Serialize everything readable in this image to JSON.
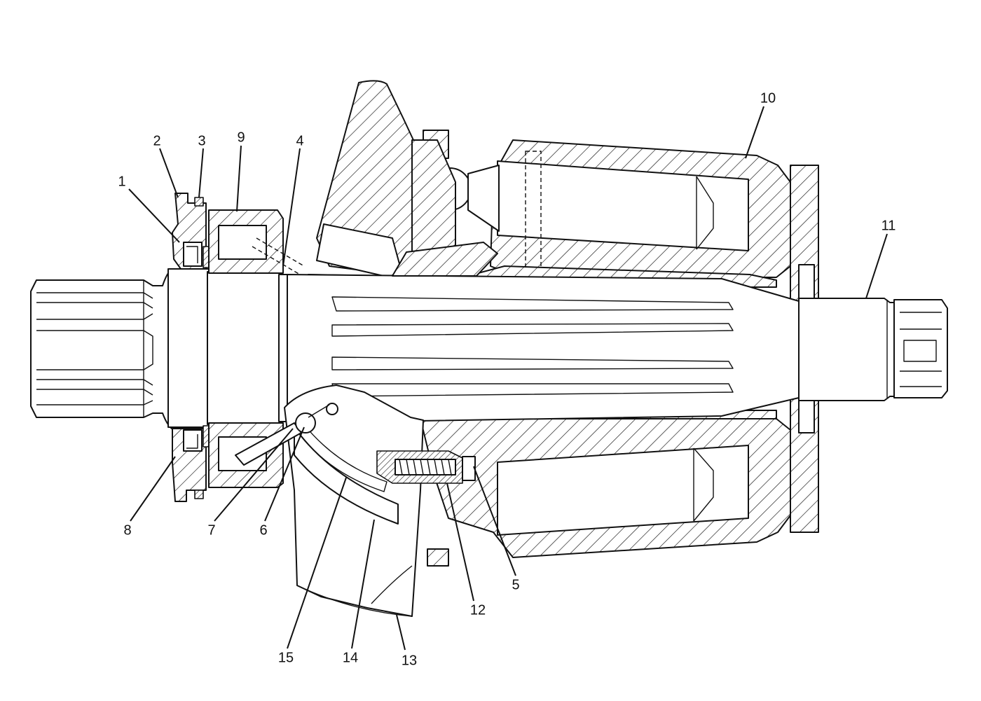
{
  "figure": {
    "callouts": [
      {
        "id": "1",
        "text": "1"
      },
      {
        "id": "2",
        "text": "2"
      },
      {
        "id": "3",
        "text": "3"
      },
      {
        "id": "4",
        "text": "4"
      },
      {
        "id": "5",
        "text": "5"
      },
      {
        "id": "6",
        "text": "6"
      },
      {
        "id": "7",
        "text": "7"
      },
      {
        "id": "8",
        "text": "8"
      },
      {
        "id": "9",
        "text": "9"
      },
      {
        "id": "10",
        "text": "10"
      },
      {
        "id": "11",
        "text": "11"
      },
      {
        "id": "12",
        "text": "12"
      },
      {
        "id": "13",
        "text": "13"
      },
      {
        "id": "14",
        "text": "14"
      },
      {
        "id": "15",
        "text": "15"
      }
    ]
  }
}
